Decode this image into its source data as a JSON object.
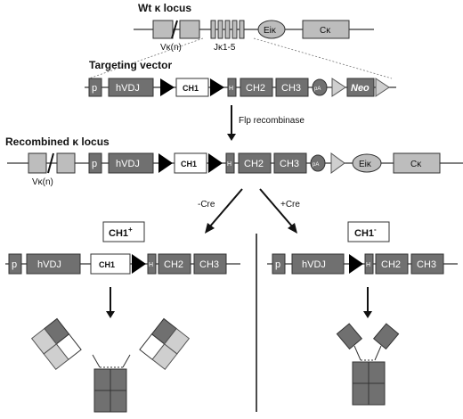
{
  "wt_locus": {
    "title": "Wt κ locus",
    "vk": "Vκ(n)",
    "jk": "Jκ1-5",
    "eik": "Eiκ",
    "ck": "Cκ"
  },
  "targeting_vector": {
    "title": "Targeting vector",
    "p": "p",
    "hvdj": "hVDJ",
    "ch1": "CH1",
    "h": "H",
    "ch2": "CH2",
    "ch3": "CH3",
    "pa": "pA",
    "neo": "Neo"
  },
  "flp_label": "Flp recombinase",
  "recombined_locus": {
    "title": "Recombined κ locus",
    "vk": "Vκ(n)",
    "p": "p",
    "hvdj": "hVDJ",
    "ch1": "CH1",
    "h": "H",
    "ch2": "CH2",
    "ch3": "CH3",
    "pa": "pA",
    "eik": "Eiκ",
    "ck": "Cκ"
  },
  "minus_cre": "-Cre",
  "plus_cre": "+Cre",
  "ch1_plus": {
    "label_main": "CH1",
    "label_sup": "+",
    "p": "p",
    "hvdj": "hVDJ",
    "ch1": "CH1",
    "h": "H",
    "ch2": "CH2",
    "ch3": "CH3"
  },
  "ch1_minus": {
    "label_main": "CH1",
    "label_sup": "-",
    "p": "p",
    "hvdj": "hVDJ",
    "h": "H",
    "ch2": "CH2",
    "ch3": "CH3"
  }
}
